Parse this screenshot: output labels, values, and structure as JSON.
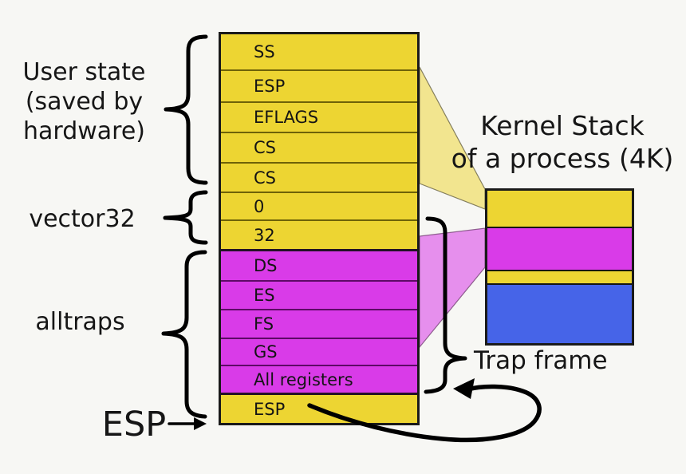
{
  "colors": {
    "yellow": "#EDD532",
    "magenta": "#D93BE8",
    "blue": "#4664E8",
    "background": "#F7F7F4",
    "outline": "#1A1A1A"
  },
  "labels": {
    "user_state": [
      "User state",
      "(saved by",
      "hardware)"
    ],
    "vector32": "vector32",
    "alltraps": "alltraps",
    "esp_pointer": "ESP",
    "trap_frame": "Trap frame",
    "kernel_stack_title": [
      "Kernel Stack",
      "of a process (4K)"
    ]
  },
  "main_stack": {
    "rows": [
      {
        "label": "SS",
        "color": "yellow"
      },
      {
        "label": "ESP",
        "color": "yellow"
      },
      {
        "label": "EFLAGS",
        "color": "yellow"
      },
      {
        "label": "CS",
        "color": "yellow"
      },
      {
        "label": "CS",
        "color": "yellow"
      },
      {
        "label": "0",
        "color": "yellow"
      },
      {
        "label": "32",
        "color": "yellow"
      },
      {
        "label": "DS",
        "color": "magenta"
      },
      {
        "label": "ES",
        "color": "magenta"
      },
      {
        "label": "FS",
        "color": "magenta"
      },
      {
        "label": "GS",
        "color": "magenta"
      },
      {
        "label": "All registers",
        "color": "magenta"
      },
      {
        "label": "ESP",
        "color": "yellow"
      }
    ]
  },
  "kernel_stack": {
    "segments": [
      {
        "color": "yellow"
      },
      {
        "color": "magenta"
      },
      {
        "color": "yellow"
      },
      {
        "color": "blue"
      }
    ]
  }
}
